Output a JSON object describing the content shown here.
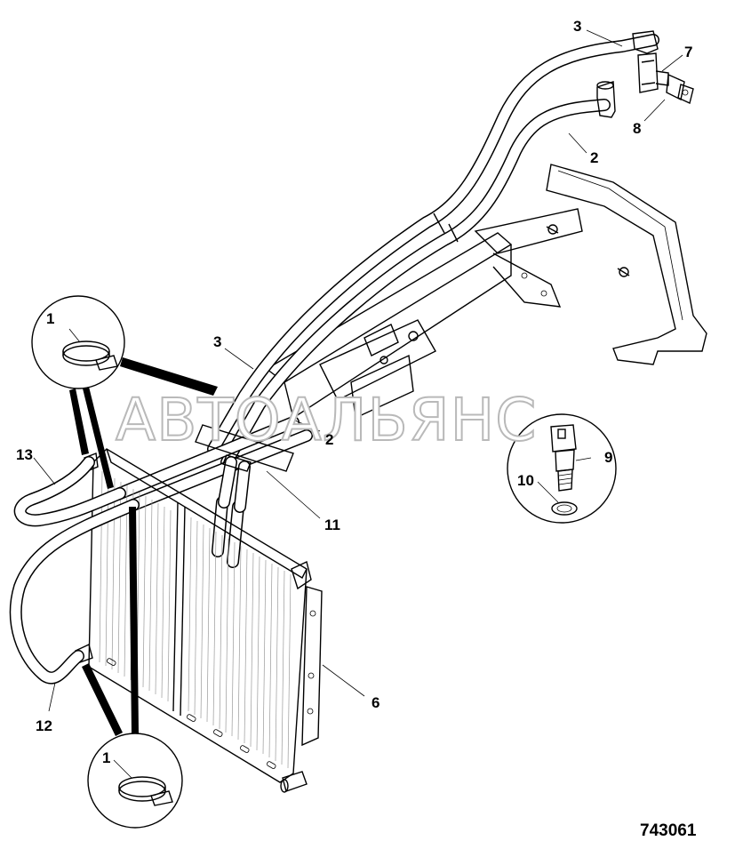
{
  "callouts": {
    "c1_top": "1",
    "c1_bottom": "1",
    "c2_upper": "2",
    "c2_lower": "2",
    "c3_upper": "3",
    "c3_lower": "3",
    "c6": "6",
    "c7": "7",
    "c8": "8",
    "c9": "9",
    "c10": "10",
    "c11": "11",
    "c12": "12",
    "c13": "13"
  },
  "watermark": "АВТОАЛЬЯНС",
  "figure_number": "743061",
  "icons": {
    "hose_clamp": "hose-clamp-icon",
    "pressure_switch": "pressure-switch-icon",
    "sealing_washer": "sealing-washer-icon"
  }
}
